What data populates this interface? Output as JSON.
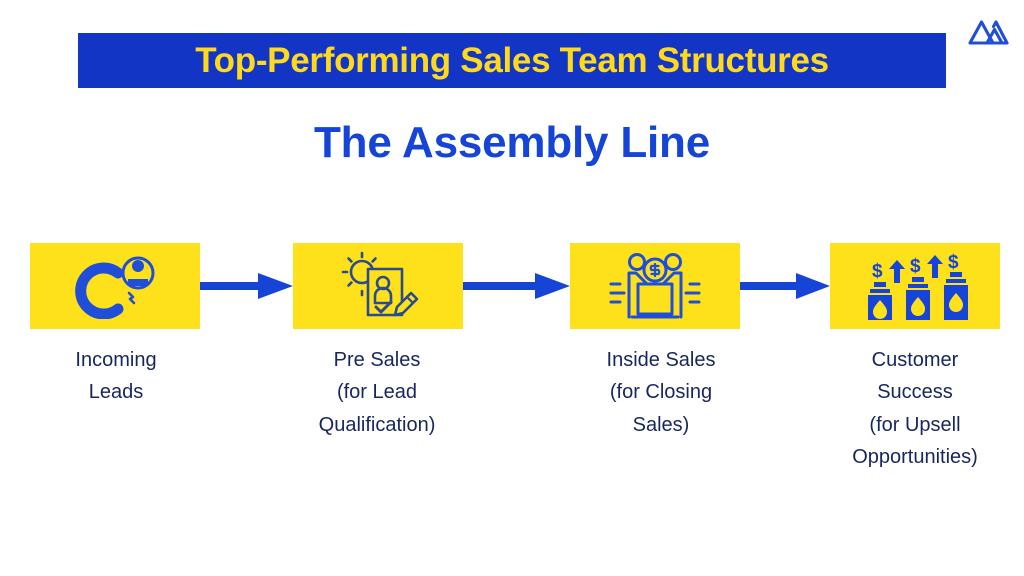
{
  "brand": {
    "logo_icon": "mountain-logo-icon",
    "accent_blue": "#1335c6",
    "link_blue": "#1544d6",
    "banner_yellow": "#ffd91c",
    "box_yellow": "#ffe11b",
    "label_navy": "#17265e"
  },
  "header": {
    "banner_title": "Top-Performing Sales Team Structures",
    "subtitle": "The Assembly Line"
  },
  "flow": {
    "arrows": [
      {
        "name": "arrow-leads-to-presales"
      },
      {
        "name": "arrow-presales-to-inside"
      },
      {
        "name": "arrow-inside-to-customer"
      }
    ],
    "stages": [
      {
        "icon": "magnet-attracting-lead-icon",
        "lines": [
          "Incoming",
          "Leads"
        ]
      },
      {
        "icon": "gear-document-person-check-icon",
        "lines": [
          "Pre Sales",
          "(for Lead",
          "Qualification)"
        ]
      },
      {
        "icon": "two-people-lifting-dollar-coin-icon",
        "lines": [
          "Inside Sales",
          "(for Closing",
          "Sales)"
        ]
      },
      {
        "icon": "bottles-dollar-upsell-icon",
        "lines": [
          "Customer",
          "Success",
          "(for Upsell",
          "Opportunities)"
        ]
      }
    ]
  }
}
